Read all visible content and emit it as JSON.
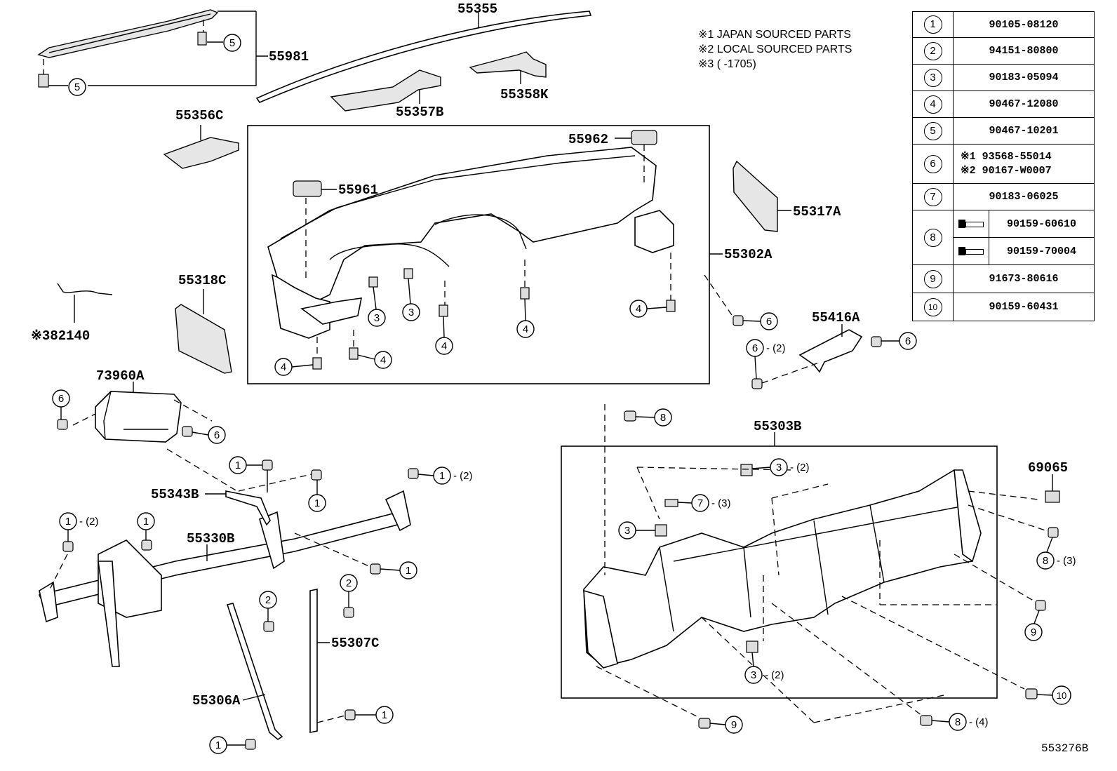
{
  "notes": {
    "line1": "※1 JAPAN SOURCED PARTS",
    "line2": "※2 LOCAL SOURCED PARTS",
    "line3": "※3 (        -1705)"
  },
  "parts": {
    "p55355": "55355",
    "p55981": "55981",
    "p55357B": "55357B",
    "p55358K": "55358K",
    "p55356C": "55356C",
    "p55962": "55962",
    "p55961": "55961",
    "p55317A": "55317A",
    "p55302A": "55302A",
    "p55318C": "55318C",
    "p82140": "※382140",
    "p73960A": "73960A",
    "p55416A": "55416A",
    "p55303B": "55303B",
    "p69065": "69065",
    "p55343B": "55343B",
    "p55330B": "55330B",
    "p55307C": "55307C",
    "p55306A": "55306A"
  },
  "legend": [
    {
      "num": "1",
      "part": "90105-08120"
    },
    {
      "num": "2",
      "part": "94151-80800"
    },
    {
      "num": "3",
      "part": "90183-05094"
    },
    {
      "num": "4",
      "part": "90467-12080"
    },
    {
      "num": "5",
      "part": "90467-10201"
    },
    {
      "num": "6",
      "part1": "※1 93568-55014",
      "part2": "※2 90167-W0007"
    },
    {
      "num": "7",
      "part": "90183-06025"
    },
    {
      "num": "8",
      "partA": "90159-60610",
      "partB": "90159-70004"
    },
    {
      "num": "9",
      "part": "91673-80616"
    },
    {
      "num": "10",
      "part": "90159-60431"
    }
  ],
  "quantities": {
    "q2": "- (2)",
    "q3": "- (3)",
    "q4": "- (4)"
  },
  "reference": "553276B"
}
